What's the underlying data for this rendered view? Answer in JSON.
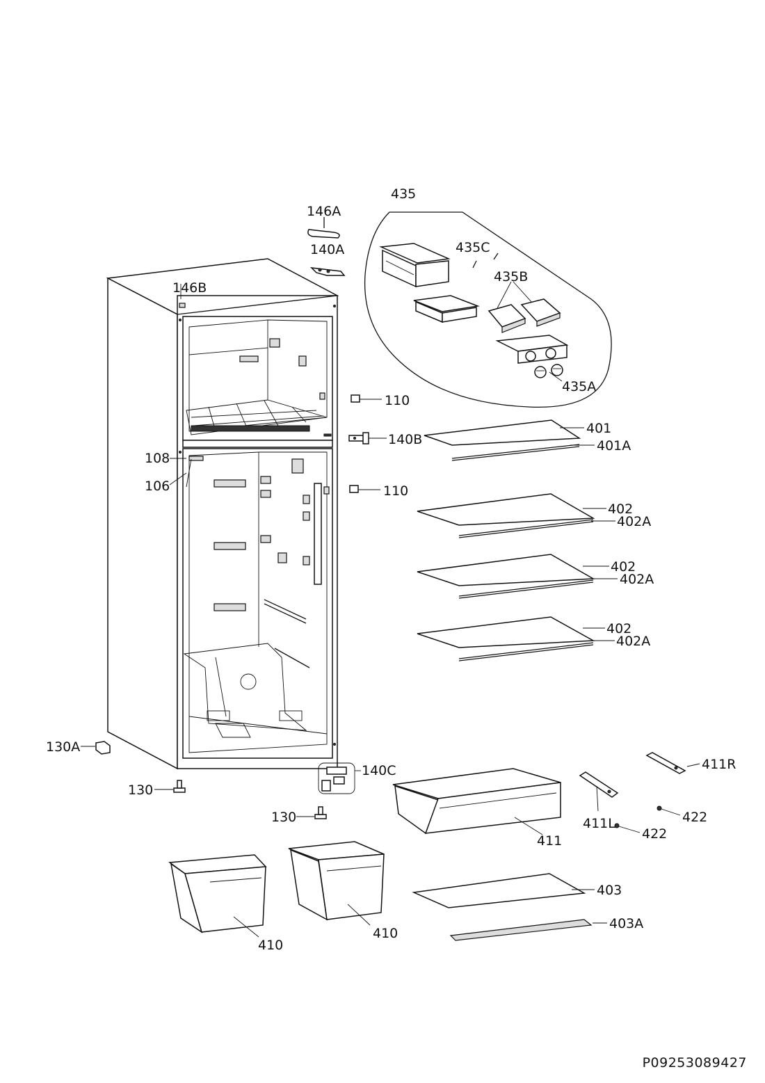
{
  "document_id": "P09253089427",
  "labels": {
    "l435": "435",
    "l146A": "146A",
    "l140A": "140A",
    "l146B": "146B",
    "l435C": "435C",
    "l435B": "435B",
    "l435A": "435A",
    "l110a": "110",
    "l401": "401",
    "l140B": "140B",
    "l401A": "401A",
    "l108": "108",
    "l106": "106",
    "l110b": "110",
    "l402a": "402",
    "l402Aa": "402A",
    "l402b": "402",
    "l402Ab": "402A",
    "l402c": "402",
    "l402Ac": "402A",
    "l130A": "130A",
    "l140C": "140C",
    "l411R": "411R",
    "l130a": "130",
    "l130b": "130",
    "l422a": "422",
    "l411L": "411L",
    "l422b": "422",
    "l411": "411",
    "l403": "403",
    "l403A": "403A",
    "l410a": "410",
    "l410b": "410"
  }
}
